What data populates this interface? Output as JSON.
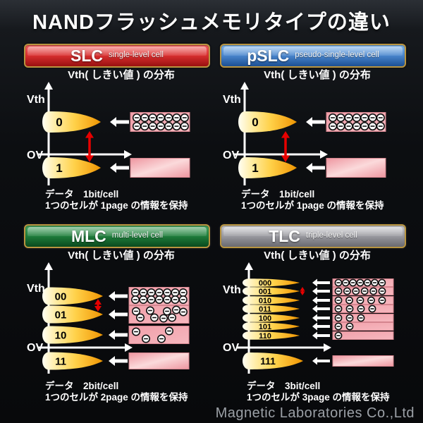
{
  "title": "NANDフラッシュメモリタイプの違い",
  "footer": "Magnetic Laboratories Co.,Ltd",
  "axis": {
    "y_label": "Vth",
    "origin_label": "OV"
  },
  "colors": {
    "red_marker": "#e60000",
    "axis": "#ffffff",
    "ellipse_yellow": "#ffd149",
    "box_pink": "#f3a8b0"
  },
  "panels": [
    {
      "code": "SLC",
      "subtitle": "single-level cell",
      "banner": {
        "top": "#f15e5e",
        "mid": "#d92f2f",
        "bottom": "#991010"
      },
      "chart_title": "Vth( しきい値 ) の分布",
      "caption_line1": "データ　1bit/cell",
      "caption_line2": "1つのセルが 1page の情報を保持",
      "levels": [
        {
          "label": "0",
          "electrons": 14,
          "pattern": "grid"
        },
        {
          "label": "1",
          "electrons": 0,
          "pattern": "empty"
        }
      ]
    },
    {
      "code": "pSLC",
      "subtitle": "pseudo-single-level cell",
      "banner": {
        "top": "#7db4ea",
        "mid": "#4a86cd",
        "bottom": "#1c4f93"
      },
      "chart_title": "Vth( しきい値 ) の分布",
      "caption_line1": "データ　1bit/cell",
      "caption_line2": "1つのセルが 1page の情報を保持",
      "levels": [
        {
          "label": "0",
          "electrons": 14,
          "pattern": "grid"
        },
        {
          "label": "1",
          "electrons": 0,
          "pattern": "empty"
        }
      ]
    },
    {
      "code": "MLC",
      "subtitle": "multi-level cell",
      "banner": {
        "top": "#45a35f",
        "mid": "#1f7e3c",
        "bottom": "#0a4a1e"
      },
      "chart_title": "Vth( しきい値 ) の分布",
      "caption_line1": "データ　2bit/cell",
      "caption_line2": "1つのセルが 2page の情報を保持",
      "levels": [
        {
          "label": "00",
          "electrons": 14,
          "pattern": "grid"
        },
        {
          "label": "01",
          "electrons": 9,
          "pattern": "scatter"
        },
        {
          "label": "10",
          "electrons": 4,
          "pattern": "scatter"
        },
        {
          "label": "11",
          "electrons": 0,
          "pattern": "empty"
        }
      ]
    },
    {
      "code": "TLC",
      "subtitle": "triple-level cell",
      "banner": {
        "top": "#c9c9cd",
        "mid": "#9a9aa0",
        "bottom": "#6a6a70"
      },
      "chart_title": "Vth( しきい値 ) の分布",
      "caption_line1": "データ　3bit/cell",
      "caption_line2": "1つのセルが 3page の情報を保持",
      "levels": [
        {
          "label": "000",
          "electrons": 7,
          "pattern": "row"
        },
        {
          "label": "001",
          "electrons": 6,
          "pattern": "row"
        },
        {
          "label": "010",
          "electrons": 5,
          "pattern": "row"
        },
        {
          "label": "011",
          "electrons": 4,
          "pattern": "row"
        },
        {
          "label": "100",
          "electrons": 3,
          "pattern": "row"
        },
        {
          "label": "101",
          "electrons": 2,
          "pattern": "row"
        },
        {
          "label": "110",
          "electrons": 1,
          "pattern": "row"
        },
        {
          "label": "111",
          "electrons": 0,
          "pattern": "empty"
        }
      ]
    }
  ]
}
